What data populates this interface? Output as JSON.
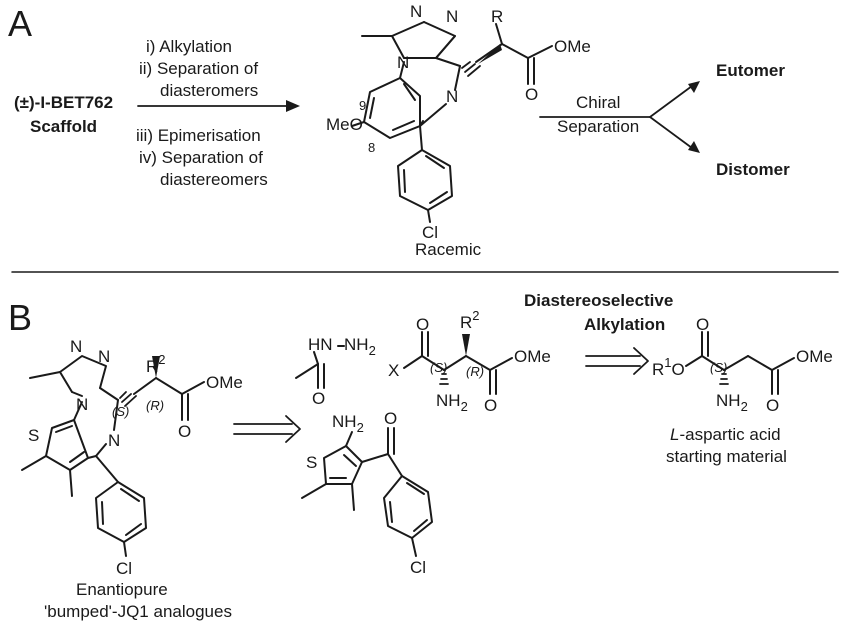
{
  "panel_a": {
    "label": "A",
    "start_line1": "(±)-I-BET762",
    "start_line2": "Scaffold",
    "steps": [
      "i) Alkylation",
      "ii) Separation of",
      "diasteromers",
      "iii) Epimerisation",
      "iv) Separation of",
      "diastereomers"
    ],
    "substituent_r": "R",
    "ester": "OMe",
    "methoxy": "MeO",
    "position_9": "9",
    "position_8": "8",
    "chloro": "Cl",
    "racemic": "Racemic",
    "chiral_line1": "Chiral",
    "chiral_line2": "Separation",
    "eutomer": "Eutomer",
    "distomer": "Distomer"
  },
  "panel_b": {
    "label": "B",
    "r2": "R",
    "r2_sup": "2",
    "ester": "OMe",
    "s_label": "(S)",
    "r_label": "(R)",
    "chloro": "Cl",
    "analogue_line1": "Enantiopure",
    "analogue_line2": "'bumped'-JQ1 analogues",
    "hydrazide_nh": "HN",
    "hydrazide_nh2": "NH",
    "hydrazide_nh2_sub": "2",
    "x_group": "X",
    "amine": "NH",
    "amine_sub": "2",
    "thiophene_nh2": "NH",
    "thiophene_nh2_sub": "2",
    "dia_line1": "Diastereoselective",
    "dia_line2": "Alkylation",
    "r1": "R",
    "r1_sup": "1",
    "ester_o": "O",
    "aspartic_line1_italic": "L",
    "aspartic_line1_rest": "-aspartic acid",
    "aspartic_line2": "starting material"
  },
  "atoms": {
    "nitrogen": "N",
    "oxygen": "O",
    "sulfur": "S"
  }
}
